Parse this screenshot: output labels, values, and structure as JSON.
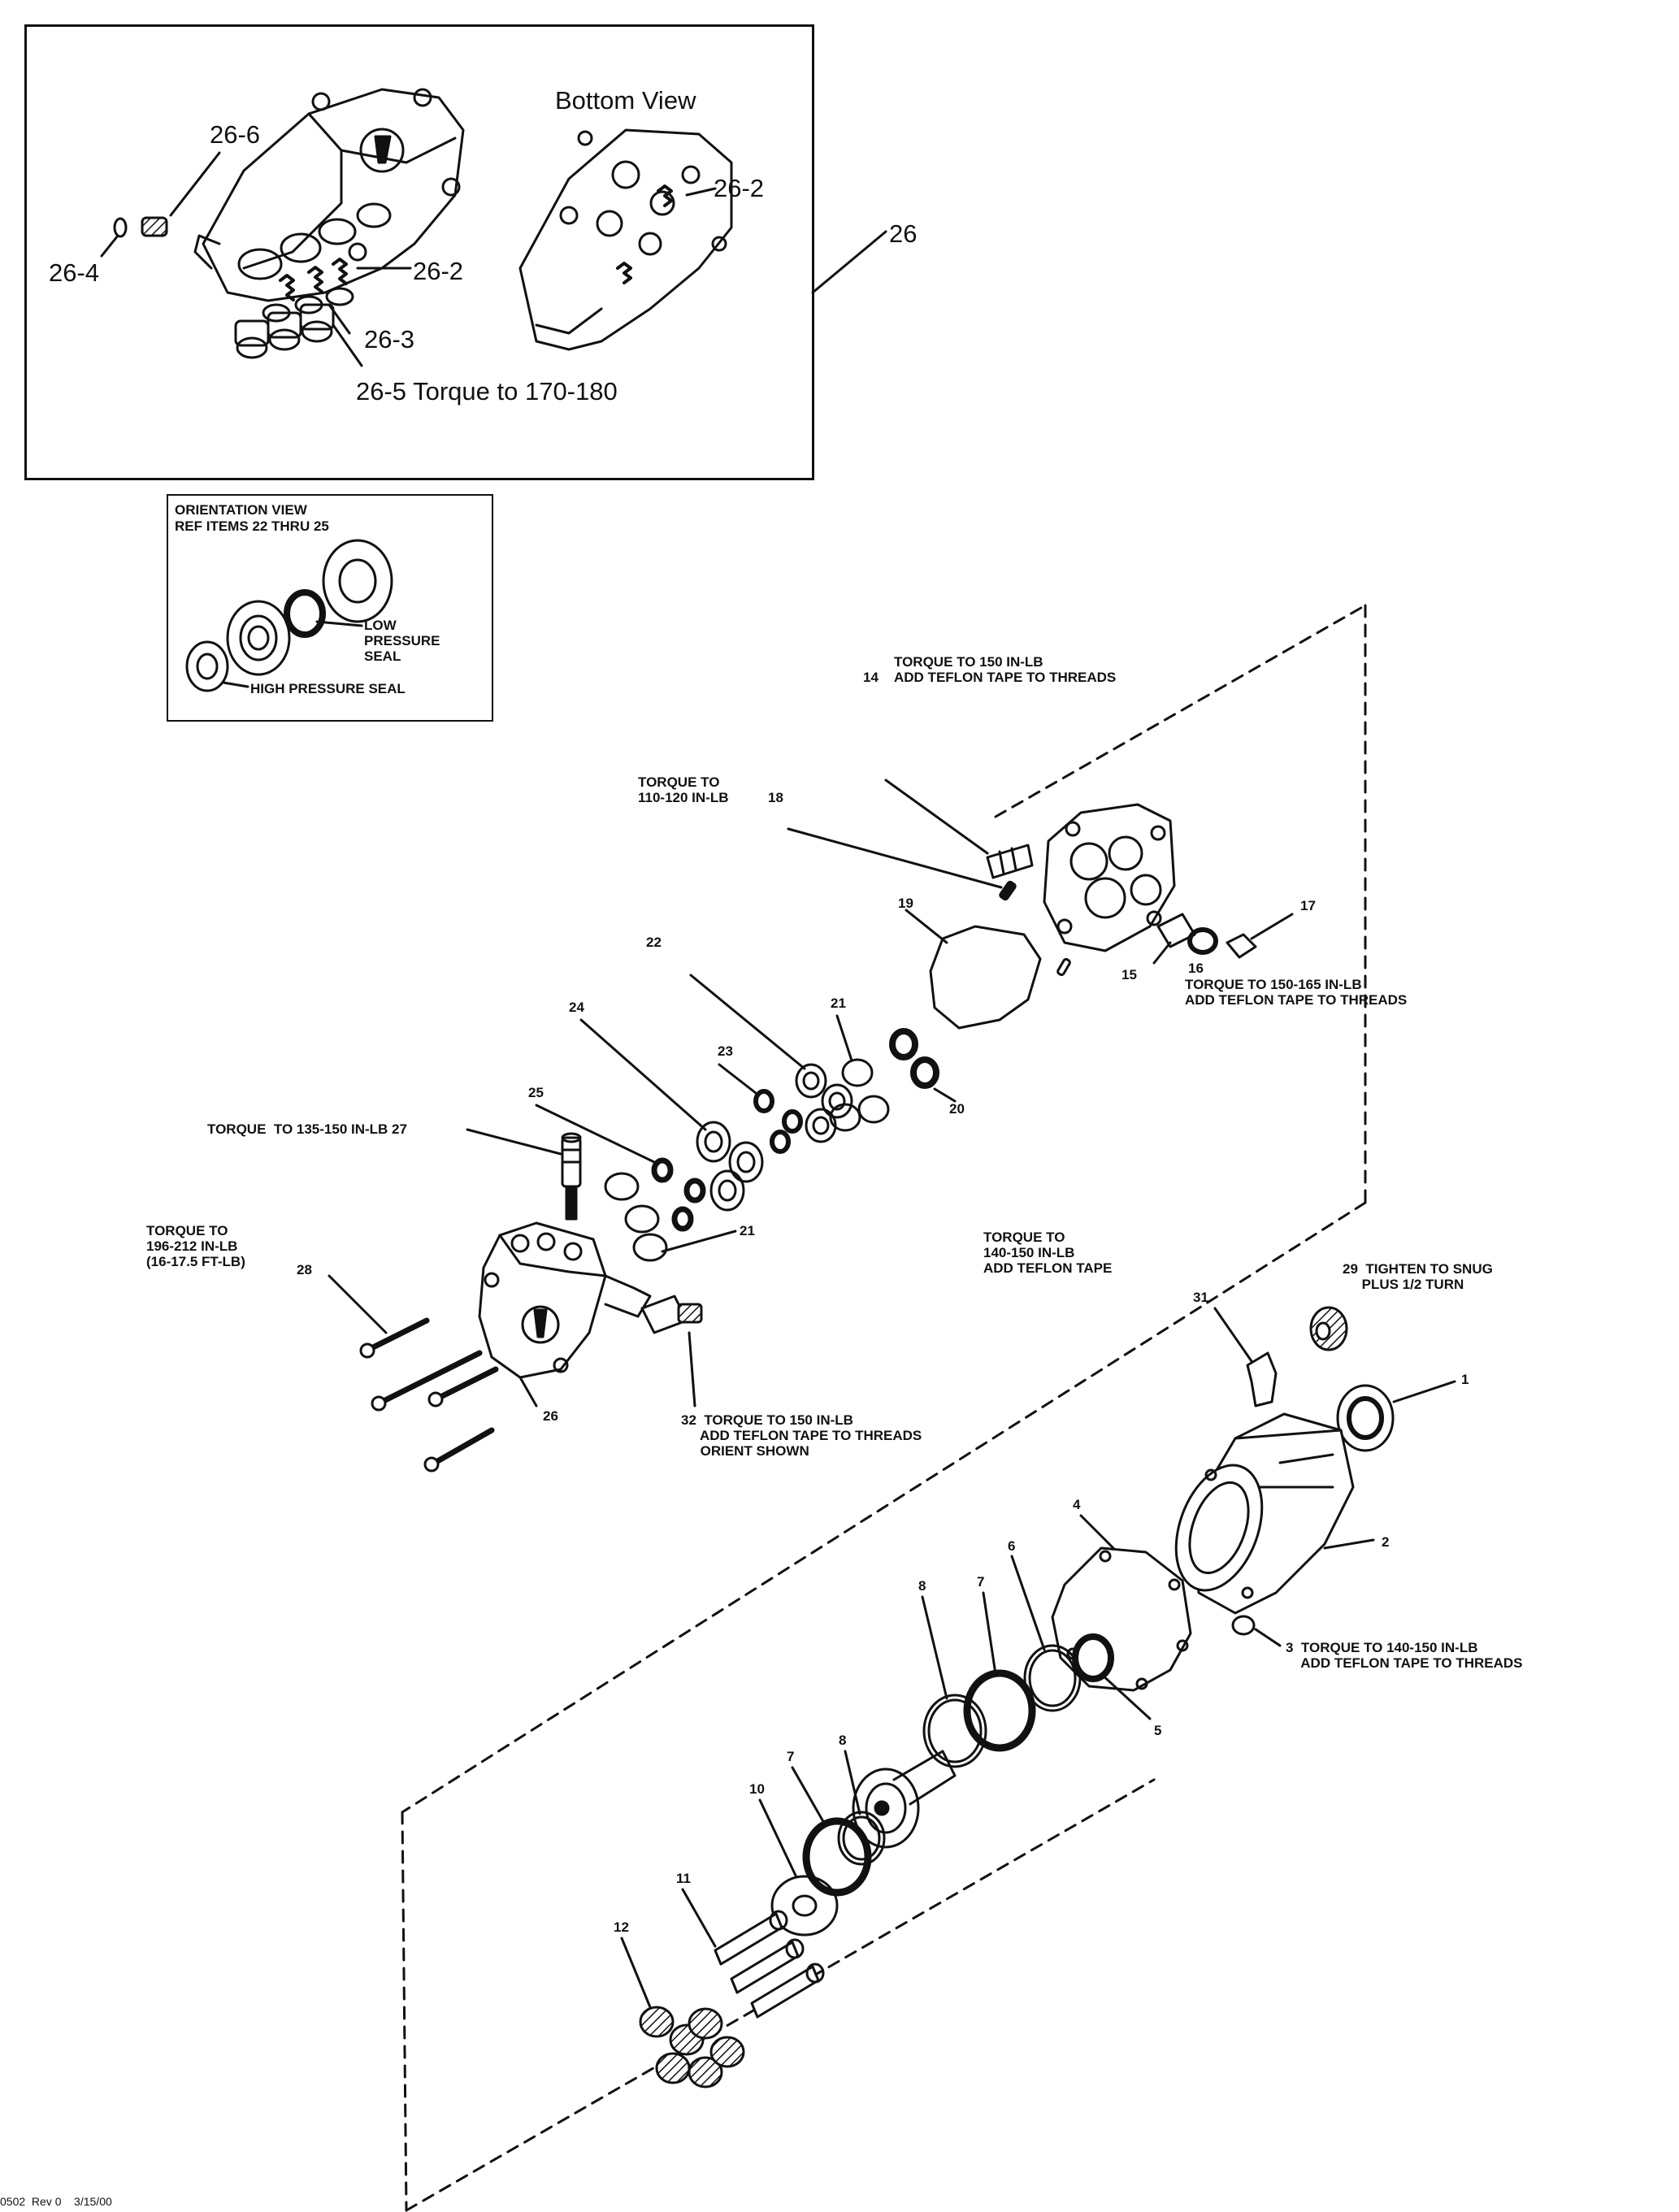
{
  "inset_top": {
    "bottom_view": "Bottom View",
    "item_26": "26",
    "item_26_6": "26-6",
    "item_26_4": "26-4",
    "item_26_2_left": "26-2",
    "item_26_2_right": "26-2",
    "item_26_3": "26-3",
    "item_26_5": "26-5 Torque to 170-180"
  },
  "inset_orientation": {
    "line1": "ORIENTATION VIEW",
    "line2": "REF ITEMS 22 THRU 25",
    "low_pressure": "LOW\nPRESSURE\nSEAL",
    "high_pressure": "HIGH PRESSURE SEAL"
  },
  "callouts": {
    "c14": "14",
    "c14_note": "TORQUE TO 150 IN-LB\nADD TEFLON TAPE TO THREADS",
    "c18": "18",
    "c18_note": "TORQUE TO\n110-120 IN-LB",
    "c17": "17",
    "c15": "15",
    "c16": "16",
    "c16_note": "TORQUE TO 150-165 IN-LB\nADD TEFLON TAPE TO THREADS",
    "c19": "19",
    "c22": "22",
    "c21a": "21",
    "c24": "24",
    "c23": "23",
    "c20": "20",
    "c25": "25",
    "c27_note": "TORQUE  TO 135-150 IN-LB 27",
    "c21b": "21",
    "c28_note": "TORQUE TO\n196-212 IN-LB\n(16-17.5 FT-LB)",
    "c28": "28",
    "c26": "26",
    "c32_note": "32  TORQUE TO 150 IN-LB\n     ADD TEFLON TAPE TO THREADS\n     ORIENT SHOWN",
    "c31_note": "TORQUE TO\n140-150 IN-LB\nADD TEFLON TAPE",
    "c31": "31",
    "c29_note": "29  TIGHTEN TO SNUG\n     PLUS 1/2 TURN",
    "c1": "1",
    "c2": "2",
    "c3_note": "3  TORQUE TO 140-150 IN-LB\n    ADD TEFLON TAPE TO THREADS",
    "c4": "4",
    "c5": "5",
    "c6": "6",
    "c7a": "7",
    "c8a": "8",
    "c7b": "7",
    "c8b": "8",
    "c10": "10",
    "c11": "11",
    "c12": "12"
  },
  "footer": {
    "code": "0502  Rev 0    3/15/00"
  },
  "colors": {
    "ink": "#111111",
    "paper": "#ffffff"
  }
}
